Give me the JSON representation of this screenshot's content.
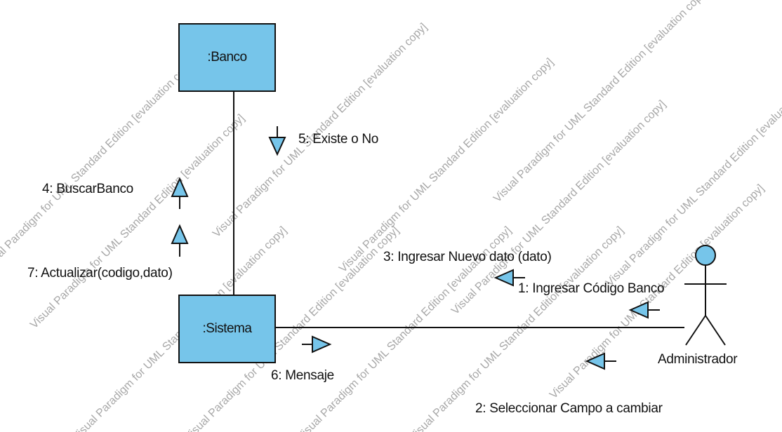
{
  "objects": {
    "banco": {
      "label": ":Banco"
    },
    "sistema": {
      "label": ":Sistema"
    }
  },
  "actor": {
    "name": "Administrador"
  },
  "messages": {
    "m1": "1: Ingresar Código Banco",
    "m2": "2: Seleccionar Campo a cambiar",
    "m3": "3: Ingresar Nuevo dato (dato)",
    "m4": "4: BuscarBanco",
    "m5": "5: Existe o No",
    "m6": "6: Mensaje",
    "m7": "7: Actualizar(codigo,dato)"
  },
  "watermark": {
    "a": "Visual Paradigm for UML Standard Edition [evaluation copy]"
  },
  "colors": {
    "fill": "#76c5ea",
    "stroke": "#111111",
    "watermark": "#a8a8a8"
  }
}
